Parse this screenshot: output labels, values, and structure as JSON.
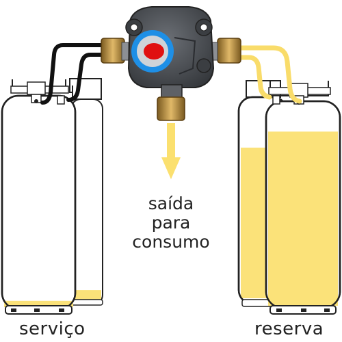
{
  "labels": {
    "service": "serviço",
    "reserve": "reserva",
    "output_lines": [
      "saída",
      "para",
      "consumo"
    ]
  },
  "tanks": {
    "service_fill_level": 0.03,
    "reserve_fill_level": 0.86
  },
  "colors": {
    "gas": "#fbe279",
    "tank_outline": "#222222",
    "service_hose": "#111111",
    "reserve_hose": "#f9dc6a",
    "regulator_body": "#4a4d52",
    "indicator_ring": "#1e8fe6",
    "indicator_center": "#e01010",
    "brass": "#b58a3a",
    "arrow": "#fbe06f"
  },
  "icons": {
    "regulator": "changeover-regulator-icon",
    "indicator": "status-indicator-icon",
    "arrow": "arrow-down-icon"
  }
}
